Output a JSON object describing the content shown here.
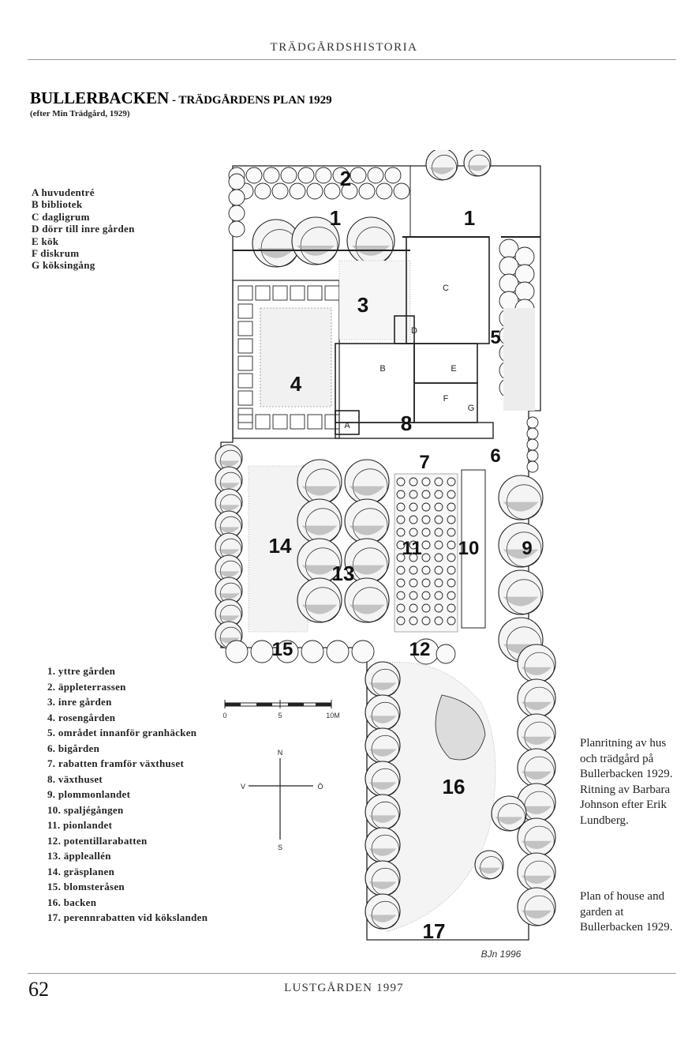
{
  "header": {
    "running_title": "TRÄDGÅRDSHISTORIA"
  },
  "article": {
    "title": "BULLERBACKEN",
    "title_suffix": " - TRÄDGÅRDENS PLAN 1929",
    "source": "(efter Min Trädgård, 1929)"
  },
  "legend_letters": [
    "A huvudentré",
    "B bibliotek",
    "C dagligrum",
    "D dörr till inre gården",
    "E kök",
    "F diskrum",
    "G köksingång"
  ],
  "legend_numbers": [
    "1. yttre gården",
    "2. äppleterrassen",
    "3. inre gården",
    "4. rosengården",
    "5. området innanför granhäcken",
    "6. bigården",
    "7. rabatten framför växthuset",
    "8. växthuset",
    "9. plommonlandet",
    "10. spaljégången",
    "11. pionlandet",
    "12. potentillarabatten",
    "13. äppleallén",
    "14. gräsplanen",
    "15. blomsteråsen",
    "16. backen",
    "17. perennrabatten vid kökslanden"
  ],
  "plan": {
    "zone_labels": [
      "1",
      "1",
      "2",
      "3",
      "4",
      "5",
      "6",
      "7",
      "8",
      "9",
      "10",
      "11",
      "12",
      "13",
      "14",
      "15",
      "16",
      "17"
    ],
    "room_labels": [
      "A",
      "B",
      "C",
      "D",
      "E",
      "F",
      "G"
    ],
    "scale": {
      "ticks": [
        "0",
        "5",
        "10M"
      ]
    },
    "compass": {
      "n": "N",
      "s": "S",
      "w": "V",
      "e": "Ö"
    },
    "signature": "BJn 1996"
  },
  "captions": {
    "swedish": "Planritning av hus och trädgård på Bullerbacken 1929. Ritning av Barbara Johnson efter Erik Lundberg.",
    "english": "Plan of house and garden at Bullerbacken 1929."
  },
  "footer": {
    "page_number": "62",
    "publication": "LUSTGÅRDEN 1997"
  }
}
